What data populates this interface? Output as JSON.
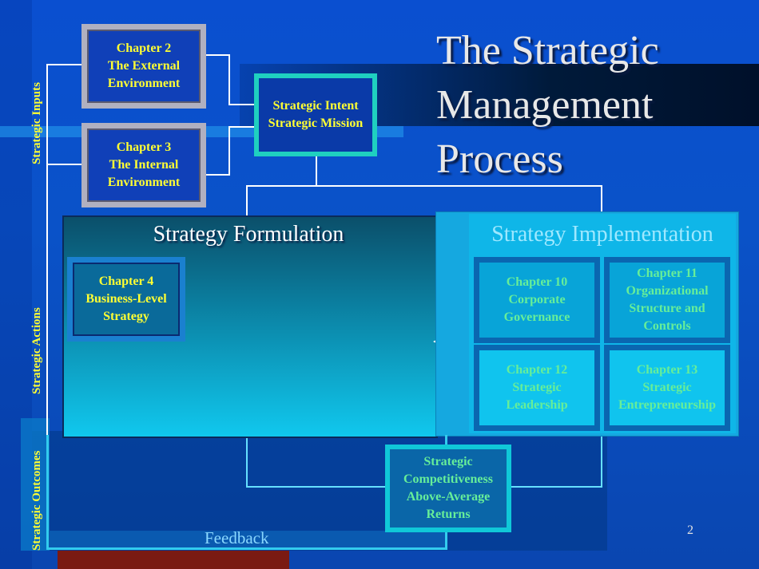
{
  "title": {
    "line1": "The Strategic",
    "line2": "Management",
    "line3": "Process"
  },
  "side_labels": {
    "inputs": "Strategic Inputs",
    "actions": "Strategic Actions",
    "outcomes": "Strategic Outcomes"
  },
  "inputs": {
    "chapter2": {
      "line1": "Chapter 2",
      "line2": "The External",
      "line3": "Environment"
    },
    "chapter3": {
      "line1": "Chapter 3",
      "line2": "The Internal",
      "line3": "Environment"
    },
    "intent": {
      "line1": "Strategic Intent",
      "line2": "Strategic Mission"
    }
  },
  "formulation": {
    "title": "Strategy Formulation",
    "chapter4": {
      "line1": "Chapter 4",
      "line2": "Business-Level",
      "line3": "Strategy"
    }
  },
  "implementation": {
    "title": "Strategy Implementation",
    "chapter10": {
      "line1": "Chapter 10",
      "line2": "Corporate",
      "line3": "Governance"
    },
    "chapter11": {
      "line1": "Chapter 11",
      "line2": "Organizational",
      "line3": "Structure and",
      "line4": "Controls"
    },
    "chapter12": {
      "line1": "Chapter 12",
      "line2": "Strategic",
      "line3": "Leadership"
    },
    "chapter13": {
      "line1": "Chapter 13",
      "line2": "Strategic",
      "line3": "Entrepreneurship"
    }
  },
  "outcomes": {
    "line1": "Strategic",
    "line2": "Competitiveness",
    "line3": "Above-Average",
    "line4": "Returns"
  },
  "feedback": "Feedback",
  "page_number": "2",
  "colors": {
    "background": "#0a4fd0",
    "label_yellow": "#ffff33",
    "impl_text_green": "#66ee99",
    "impl_title": "#9ee8ff"
  }
}
